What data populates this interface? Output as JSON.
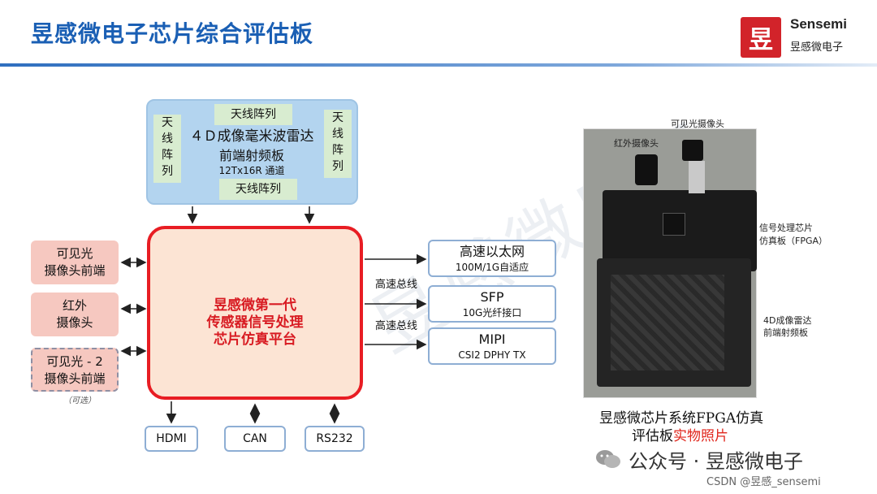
{
  "header": {
    "title": "昱感微电子芯片综合评估板",
    "logo_mark": "昱",
    "logo_name": "Sensemi",
    "logo_cn": "昱感微电子"
  },
  "watermark": "昱感微电子",
  "radar": {
    "antenna_top": "天线阵列",
    "antenna_bottom": "天线阵列",
    "antenna_left": [
      "天",
      "线",
      "阵",
      "列"
    ],
    "antenna_right": [
      "天",
      "线",
      "阵",
      "列"
    ],
    "title": "４Ｄ成像毫米波雷达",
    "subtitle": "前端射频板",
    "channels": "12Tx16R 通道"
  },
  "platform": {
    "line1": "昱感微第一代",
    "line2": "传感器信号处理",
    "line3": "芯片仿真平台"
  },
  "cameras": {
    "cam1_line1": "可见光",
    "cam1_line2": "摄像头前端",
    "cam2_line1": "红外",
    "cam2_line2": "摄像头",
    "cam3_line1": "可见光 - 2",
    "cam3_line2": "摄像头前端",
    "optional": "（可选）"
  },
  "interfaces": {
    "eth_title": "高速以太网",
    "eth_sub": "100M/1G自适应",
    "sfp_title": "SFP",
    "sfp_sub": "10G光纤接口",
    "mipi_title": "MIPI",
    "mipi_sub": "CSI2 DPHY TX",
    "bus1": "高速总线",
    "bus2": "高速总线"
  },
  "bottom": {
    "hdmi": "HDMI",
    "can": "CAN",
    "rs232": "RS232"
  },
  "photo": {
    "label_visible_cam": "可见光摄像头",
    "label_ir_cam": "红外摄像头",
    "label_fpga_line1": "信号处理芯片",
    "label_fpga_line2": "仿真板（FPGA）",
    "label_radar_line1": "4D成像雷达",
    "label_radar_line2": "前端射频板",
    "caption_line1": "昱感微芯片系统FPGA仿真",
    "caption_line2_prefix": "评估板",
    "caption_line2_highlight": "实物照片"
  },
  "footer": {
    "brand": "公众号 · 昱感微电子",
    "csdn": "CSDN @昱感_sensemi"
  },
  "colors": {
    "title_blue": "#1a5fb4",
    "brand_red": "#d2232a",
    "platform_border": "#e81d23",
    "platform_fill": "#fce4d4",
    "radar_fill": "#b3d4ef",
    "antenna_fill": "#d8ecd0",
    "camera_fill": "#f6c8c0",
    "interface_border": "#8eaed4"
  }
}
